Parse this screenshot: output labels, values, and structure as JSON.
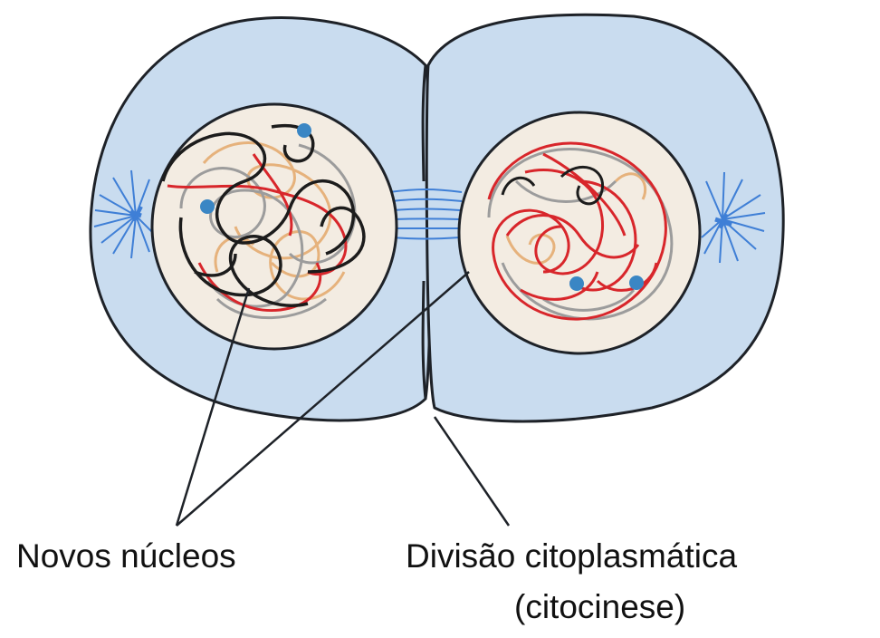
{
  "labels": {
    "new_nuclei": "Novos núcleos",
    "cytoplasmic_division": "Divisão citoplasmática",
    "cytokinesis": "(citocinese)"
  },
  "colors": {
    "cytoplasm": "#c9dcef",
    "nucleus": "#f3ece2",
    "outline": "#1e2228",
    "chromatin_red": "#d8262b",
    "chromatin_black": "#1c1c1c",
    "chromatin_gray": "#9c9c9c",
    "chromatin_tan": "#e6b27c",
    "centromere": "#3a86c4",
    "spindle": "#3f7fd6"
  }
}
